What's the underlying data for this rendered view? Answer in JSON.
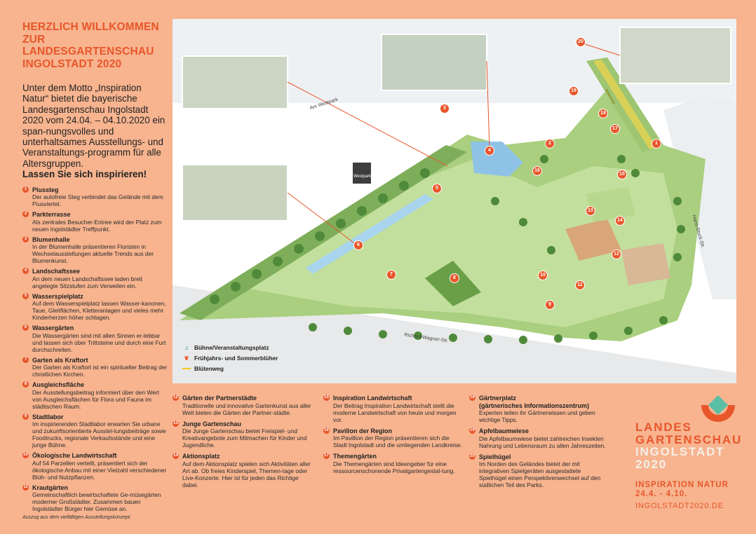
{
  "welcome_title": "HERZLICH WILLKOMMEN ZUR LANDESGARTENSCHAU INGOLSTADT 2020",
  "intro_text": "Unter dem Motto „Inspiration Natur“ bietet die bayerische Landesgartenschau Ingolstadt 2020 vom 24.04. – 04.10.2020 ein span-nungsvolles und unterhaltsames Ausstellungs- und Veranstaltungs-programm für alle Altersgruppen.",
  "intro_bold": "Lassen Sie sich inspirieren!",
  "items": [
    {
      "num": "1",
      "title": "Piussteg",
      "text": "Der autofreie Steg verbindet das Gelände mit dem Piusviertel."
    },
    {
      "num": "2",
      "title": "Parkterrasse",
      "text": "Als zentrales Besucher-Entree wird der Platz zum neuen Ingolstädter Treffpunkt."
    },
    {
      "num": "3",
      "title": "Blumenhalle",
      "text": "In der Blumenhalle präsentieren Floristen in Wechselausstellungen aktuelle Trends aus der Blumenkunst."
    },
    {
      "num": "4",
      "title": "Landschaftssee",
      "text": "An dem neuen Landschaftssee laden breit angelegte Sitzstufen zum Verweilen ein."
    },
    {
      "num": "5",
      "title": "Wasserspielplatz",
      "text": "Auf dem Wasserspielplatz lassen Wasser-kanonen, Taue, Gleitflächen, Kletteranlagen und vieles mehr Kinderherzen höher schlagen."
    },
    {
      "num": "6",
      "title": "Wassergärten",
      "text": "Die Wassergärten sind mit allen Sinnen er-lebbar und lassen sich über Trittsteine und durch eine Furt durchschreiten."
    },
    {
      "num": "7",
      "title": "Garten als Kraftort",
      "text": "Der Garten als Kraftort ist ein spiritueller Beitrag der christlichen Kirchen."
    },
    {
      "num": "8",
      "title": "Ausgleichsfläche",
      "text": "Der Ausstellungsbeitrag informiert über den Wert von Ausgleichsflächen für Flora und Fauna im städtischen Raum."
    },
    {
      "num": "9",
      "title": "Stadtlabor",
      "text": "Im inspirierenden Stadtlabor erwarten Sie urbane und zukunftsorientierte Ausstel-lungsbeiträge sowie Foodtrucks, regionale Verkaufsstände und eine junge Bühne."
    },
    {
      "num": "10",
      "title": "Ökologische Landwirtschaft",
      "text": "Auf 54 Parzellen verteilt, präsentiert sich der ökologische Anbau mit einer Vielzahl verschiedener Blüh- und Nutzpflanzen."
    },
    {
      "num": "11",
      "title": "Krautgärten",
      "text": "Gemeinschaftlich bewirtschaftete Ge-müsegärten moderner Großstädter. Zusammen bauen Ingolstädter Bürger hier Gemüse an."
    }
  ],
  "footnote": "Auszug aus dem vielfältigen Ausstellungskonzept.",
  "columns": [
    [
      {
        "num": "12",
        "title": "Gärten der Partnerstädte",
        "text": "Traditionelle und innovative Gartenkunst aus aller Welt bieten die Gärten der Partner-städte."
      },
      {
        "num": "13",
        "title": "Junge Gartenschau",
        "text": "Die Junge Gartenschau bietet Freispiel- und Kreativangebote zum Mitmachen für Kinder und Jugendliche."
      },
      {
        "num": "14",
        "title": "Aktionsplatz",
        "text": "Auf dem Aktionsplatz spielen sich Aktivitäten aller Art ab. Ob freies Kinderspiel, Themen-tage oder Live-Konzerte. Hier ist für jeden das Richtige dabei."
      }
    ],
    [
      {
        "num": "15",
        "title": "Inspiration Landwirtschaft",
        "text": "Der Beitrag Inspiration Landwirtschaft stellt die moderne Landwirtschaft von heute und morgen vor."
      },
      {
        "num": "16",
        "title": "Pavillon der Region",
        "text": "Im Pavillion der Region präsentieren sich die Stadt Ingolstadt und die umliegenden Landkreise."
      },
      {
        "num": "17",
        "title": "Themengärten",
        "text": "Die Themengärten sind Ideengeber für eine ressourcenschonende Privatgartengestal-tung."
      }
    ],
    [
      {
        "num": "18",
        "title": "Gärtnerplatz\n(gärtnerisches Informationszentrum)",
        "text": "Experten teilen ihr Gärtnerwissen und geben wichtige Tipps."
      },
      {
        "num": "19",
        "title": "Apfelbaumwiese",
        "text": "Die Apfelbaumwiese bietet zahlreichen Insekten Nahrung und Lebensraum zu allen Jahreszeiten."
      },
      {
        "num": "20",
        "title": "Spielhügel",
        "text": "Im Norden des Geländes bietet der mit integrativen Spielgeräten ausgestattete Spielhügel einen Perspektivenwechsel auf den südlichen Teil des Parks."
      }
    ]
  ],
  "legend": [
    {
      "icon": "music-note-icon",
      "label": "Bühne/Veranstaltungsplatz"
    },
    {
      "icon": "flower-icon",
      "label": "Frühjahrs- und Sommerblüher"
    },
    {
      "icon": "yellow-line-icon",
      "label": "Blütenweg"
    }
  ],
  "map_labels": {
    "westpark_street": "Am Westpark",
    "wagner_street": "Richard-Wagner-Str.",
    "stuck_street": "Hans-Stuck-Str.",
    "westpark_sign": "Westpark",
    "bluetenweg": "Blütenweg"
  },
  "markers": [
    "1",
    "2",
    "3",
    "4",
    "5",
    "6",
    "7",
    "8",
    "9",
    "10",
    "11",
    "12",
    "13",
    "14",
    "15",
    "16",
    "17",
    "18",
    "19",
    "20"
  ],
  "brand": {
    "line1": "LANDES",
    "line2": "GARTENSCHAU",
    "line3": "INGOLSTADT",
    "line4": "2020"
  },
  "motto": {
    "line1": "INSPIRATION NATUR",
    "line2": "24.4. - 4.10."
  },
  "url": "INGOLSTADT2020.DE",
  "colors": {
    "background": "#f7b48f",
    "accent": "#e8562a",
    "logo_teal": "#5bbfa6",
    "park_green": "#8cc063"
  }
}
